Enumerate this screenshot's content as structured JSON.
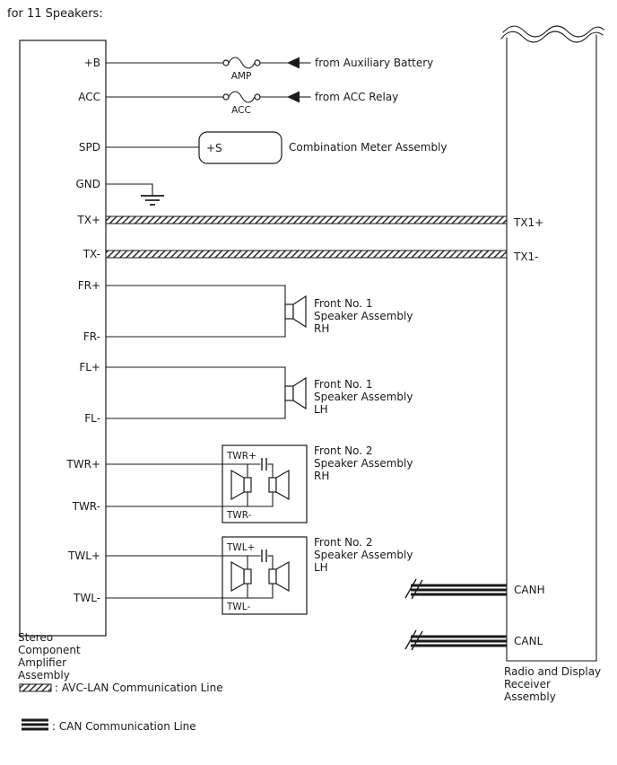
{
  "title": "for 11 Speakers:",
  "colors": {
    "ink": "#1a1a1a",
    "background": "#ffffff"
  },
  "amplifier": {
    "pins": {
      "b": "+B",
      "acc": "ACC",
      "spd": "SPD",
      "gnd": "GND",
      "tx_plus": "TX+",
      "tx_minus": "TX-",
      "fr_plus": "FR+",
      "fr_minus": "FR-",
      "fl_plus": "FL+",
      "fl_minus": "FL-",
      "twr_plus": "TWR+",
      "twr_minus": "TWR-",
      "twl_plus": "TWL+",
      "twl_minus": "TWL-"
    },
    "label": {
      "l1": "Stereo",
      "l2": "Component",
      "l3": "Amplifier",
      "l4": "Assembly"
    }
  },
  "receiver": {
    "pins": {
      "tx1_plus": "TX1+",
      "tx1_minus": "TX1-",
      "canh": "CANH",
      "canl": "CANL"
    },
    "label": {
      "l1": "Radio and Display",
      "l2": "Receiver",
      "l3": "Assembly"
    }
  },
  "power": {
    "fuse_amp": "AMP",
    "battery_source": "from Auxiliary Battery",
    "fuse_acc": "ACC",
    "acc_source": "from ACC Relay"
  },
  "meter": {
    "pin": "+S",
    "label": "Combination Meter Assembly"
  },
  "speakers": {
    "front_rh": {
      "l1": "Front No. 1",
      "l2": "Speaker Assembly",
      "l3": "RH"
    },
    "front_lh": {
      "l1": "Front No. 1",
      "l2": "Speaker Assembly",
      "l3": "LH"
    },
    "front2_rh": {
      "l1": "Front No. 2",
      "l2": "Speaker Assembly",
      "l3": "RH",
      "plus": "TWR+",
      "minus": "TWR-"
    },
    "front2_lh": {
      "l1": "Front No. 2",
      "l2": "Speaker Assembly",
      "l3": "LH",
      "plus": "TWL+",
      "minus": "TWL-"
    }
  },
  "legend": {
    "avclan": ": AVC-LAN Communication Line",
    "can": ": CAN Communication Line"
  }
}
